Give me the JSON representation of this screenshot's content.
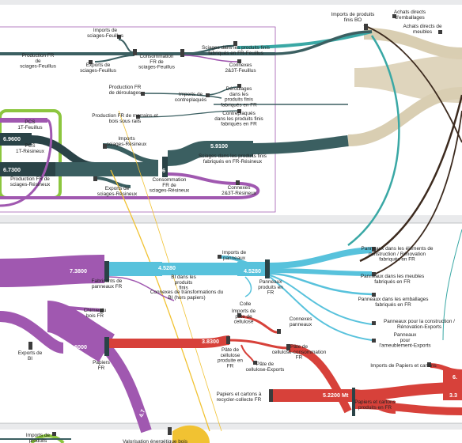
{
  "colors": {
    "background": "#ffffff",
    "section_band": "#e9eaec",
    "separator": "#8d8f93",
    "sciage": "#3b5f61",
    "dark_green": "#2a4347",
    "purple": "#a058b0",
    "bright_green": "#8cc63f",
    "panneaux_blue": "#58c2dc",
    "teal": "#3aa8a5",
    "tan": "#d9ceb2",
    "dark_brown": "#3c2a1e",
    "papier_red": "#d7413a",
    "yellow": "#f1c232"
  },
  "nodes": [
    {
      "id": "imports-sciages-feuillus",
      "label": "Imports de\nsciages-Feuillus"
    },
    {
      "id": "exports-sciages-feuillus",
      "label": "Exports de\nsciages-Feuillus"
    },
    {
      "id": "production-fr-sciages-feuillus",
      "label": "Production FR\nde\nsciages-Feuillus"
    },
    {
      "id": "consommation-fr-sciages-feuillus",
      "label": "Consommation\nFR de\nsciages-Feuillus"
    },
    {
      "id": "sciages-produits-finis-feuillus",
      "label": "Sciages dans les produits finis\nfabriqués en FR-Feuillus"
    },
    {
      "id": "connexes-2-3t-feuillus",
      "label": "Connexes\n2&3T-Feuillus"
    },
    {
      "id": "imports-produits-finis-bo",
      "label": "Imports de produits\nfinis BO"
    },
    {
      "id": "achats-directs-emballages",
      "label": "Achats directs\nd'emballages"
    },
    {
      "id": "achats-directs-meubles",
      "label": "Achats directs de\nmeubles"
    },
    {
      "id": "production-fr-deroulages",
      "label": "Production FR\nde déroulages"
    },
    {
      "id": "imports-contreplaques",
      "label": "Imports de\ncontreplaqués"
    },
    {
      "id": "deroulages-produits-finis",
      "label": "Déroulages\ndans les\nproduits finis\nfabriqués en FR"
    },
    {
      "id": "production-merrains-bois-ronds",
      "label": "Production FR de merrains et\nbois sous rails"
    },
    {
      "id": "contreplaques-produits-finis",
      "label": "Contreplaqués\ndans les produits finis\nfabriqués en FR"
    },
    {
      "id": "pcs-1t-feuillus",
      "label": "PCS\n1T-Feuillus"
    },
    {
      "id": "imports-sciages-resineux",
      "label": "Imports\nsciages-Résineux"
    },
    {
      "id": "pcs-1t-resineux",
      "label": "PCS\n1T-Résineux"
    },
    {
      "id": "production-fr-sciages-resineux",
      "label": "Production FR de\nsciages-Résineux"
    },
    {
      "id": "sciages-produits-finis-resineux",
      "label": "Sciages dans les produits finis\nfabriqués en FR-Résineux"
    },
    {
      "id": "exports-sciages-resineux",
      "label": "Exports de\nsciages-Résineux"
    },
    {
      "id": "consommation-fr-sciages-resineux",
      "label": "Consommation\nFR de\nsciages-Résineux"
    },
    {
      "id": "connexes-2-3t-resineux",
      "label": "Connexes\n2&3T-Résineux"
    },
    {
      "id": "imports-panneaux",
      "label": "Imports de\npanneaux"
    },
    {
      "id": "fabricants-panneaux-fr",
      "label": "Fabricants de\npanneaux FR"
    },
    {
      "id": "bi-produits-finis",
      "label": "BI dans les\nproduits\nfinis"
    },
    {
      "id": "panneaux-produits-en-fr",
      "label": "Panneaux\nproduits en\nFR"
    },
    {
      "id": "panneaux-elements-construction",
      "label": "Panneaux dans les éléments de\nconstruction / Rénovation\nfabriqués en FR"
    },
    {
      "id": "panneaux-meubles",
      "label": "Panneaux dans les meubles\nfabriqués en FR"
    },
    {
      "id": "connexes-transformations-bi",
      "label": "Connexes de transformations du\nBI (hors papiers)"
    },
    {
      "id": "chimie-bois-fr",
      "label": "Chimie du\nbois FR"
    },
    {
      "id": "colle",
      "label": "Colle"
    },
    {
      "id": "panneaux-emballages",
      "label": "Panneaux dans les emballages\nfabriqués en FR"
    },
    {
      "id": "panneaux-construction-exports",
      "label": "Panneaux pour la construction /\nRénovation-Exports"
    },
    {
      "id": "imports-pate-cellulose",
      "label": "Imports de\npâte de\ncellulose"
    },
    {
      "id": "connexes-panneaux",
      "label": "Connexes\npanneaux"
    },
    {
      "id": "panneaux-ameublement-exports",
      "label": "Panneaux\npour\nl'ameublement-Exports"
    },
    {
      "id": "exports-bi",
      "label": "Exports de\nBI"
    },
    {
      "id": "papiers-fr",
      "label": "Papiers\nFR"
    },
    {
      "id": "pate-cellulose-produite-fr",
      "label": "Pâte de\ncellulose\nproduite en\nFR"
    },
    {
      "id": "pate-cellulose-consommation-fr",
      "label": "Pâte de\ncellulose-consommation\nFR"
    },
    {
      "id": "pate-cellulose-exports",
      "label": "Pâte de\ncellulose-Exports"
    },
    {
      "id": "imports-papiers-cartons",
      "label": "Imports de Papiers et cartons"
    },
    {
      "id": "papiers-cartons-recycler",
      "label": "Papiers et cartons à\nrecycler-collecte FR"
    },
    {
      "id": "papiers-cartons-produits-fr",
      "label": "Papiers et cartons\nproduits en FR"
    },
    {
      "id": "imports-bottom",
      "label": "Imports de\nproduits"
    },
    {
      "id": "valorisation-energetique",
      "label": "Valorisation énergétique bois"
    }
  ],
  "values": {
    "pcs_feuillus": "6.9600",
    "pcs_resineux": "6.7300",
    "sciages_resineux": "5.9100",
    "consommation_marker": "6",
    "fabricants_panneaux": "7.3800",
    "bi_produits": "4.5280",
    "panneaux_produits": "4.5280",
    "papiers": "8.6000",
    "pate_cellulose": "3.8300",
    "papiers_cartons": "5.2200 Mt",
    "right_edge_1": "6.",
    "right_edge_2": "3.3",
    "bottom_value": "4.7",
    "bi_marker": "0"
  }
}
